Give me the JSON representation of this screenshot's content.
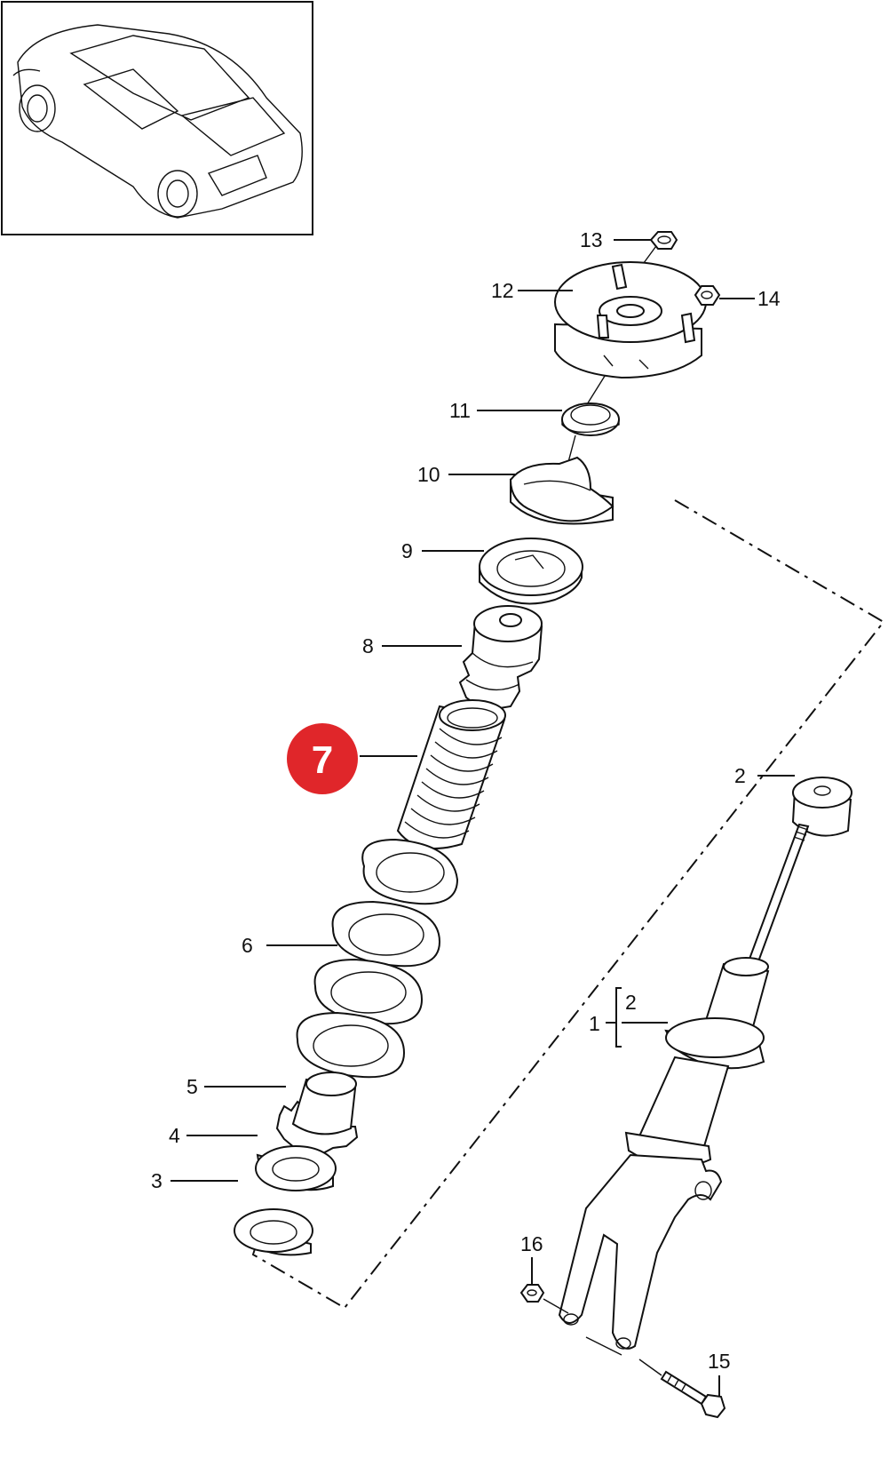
{
  "diagram": {
    "highlighted_callout": "7",
    "highlight_color": "#e0262a",
    "callouts": {
      "c1": "1",
      "c2a": "2",
      "c2b": "2",
      "c3": "3",
      "c4": "4",
      "c5": "5",
      "c6": "6",
      "c8": "8",
      "c9": "9",
      "c10": "10",
      "c11": "11",
      "c12": "12",
      "c13": "13",
      "c14": "14",
      "c15": "15",
      "c16": "16"
    }
  }
}
